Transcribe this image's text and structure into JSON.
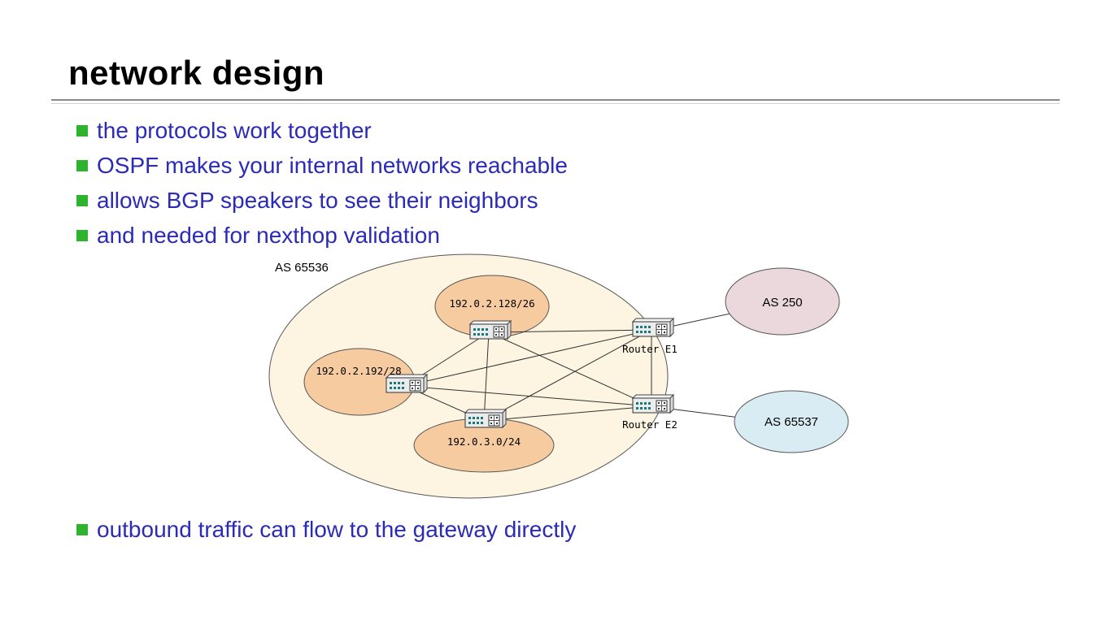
{
  "slide": {
    "title": "network design",
    "bullets": [
      "the protocols work together",
      "OSPF makes your internal networks reachable",
      "allows BGP speakers to see their neighbors",
      "and needed for nexthop validation"
    ],
    "bottom_bullet": "outbound traffic can flow to the gateway directly"
  },
  "diagram": {
    "as_cloud_label": "AS 65536",
    "networks": [
      {
        "label": "192.0.2.128/26"
      },
      {
        "label": "192.0.2.192/28"
      },
      {
        "label": "192.0.3.0/24"
      }
    ],
    "gateway_routers": [
      {
        "label": "Router E1"
      },
      {
        "label": "Router E2"
      }
    ],
    "external_as": [
      {
        "label": "AS 250"
      },
      {
        "label": "AS 65537"
      }
    ]
  },
  "colors": {
    "bullet_square": "#2eb32e",
    "bullet_text": "#2b2bb8",
    "as_cloud_fill": "#fdf5e1",
    "network_fill": "#f7cba0",
    "as250_fill": "#ead8dc",
    "as65537_fill": "#d9ecf3",
    "line": "#333333"
  }
}
